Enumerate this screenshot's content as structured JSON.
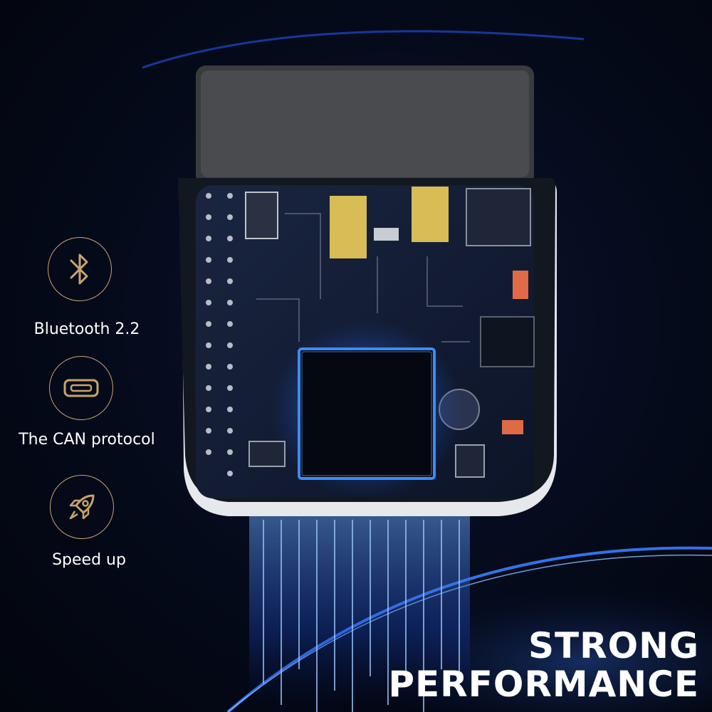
{
  "features": [
    {
      "icon": "bluetooth-icon",
      "label": "Bluetooth 2.2"
    },
    {
      "icon": "usb-port-icon",
      "label": "The CAN protocol"
    },
    {
      "icon": "rocket-icon",
      "label": "Speed up"
    }
  ],
  "headline": {
    "line1": "STRONG",
    "line2": "PERFORMANCE"
  },
  "colors": {
    "icon_ring": "#c8a46a",
    "glow": "#2a6cff",
    "text": "#ffffff"
  }
}
